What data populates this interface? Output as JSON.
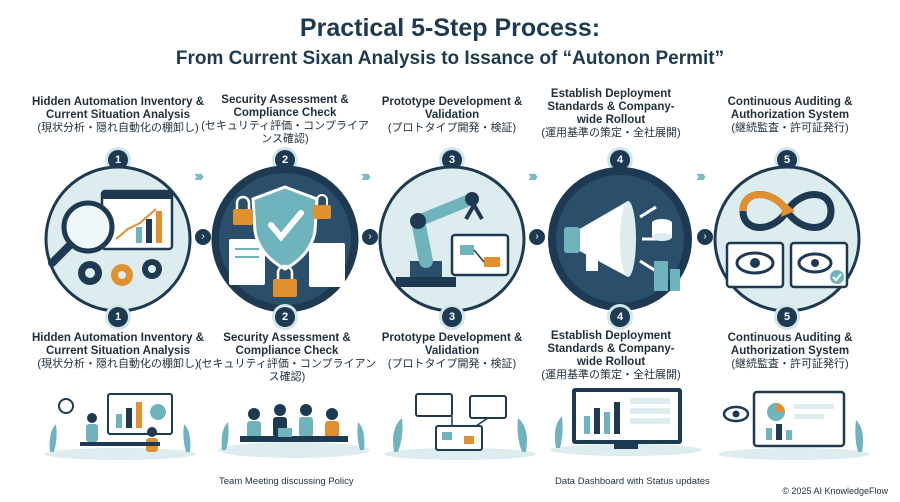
{
  "header": {
    "title": "Practical 5-Step Process:",
    "subtitle": "From Current Sixan Analysis to Issance of “Autonon Permit”"
  },
  "steps": [
    {
      "number": "1",
      "top_title": "Hidden Automation Inventory & Current Situation Analysis",
      "top_jp": "(現状分析・隠れ自動化の棚卸し)",
      "bottom_title": "Hidden Automation Inventory & Current Situation Analysis",
      "bottom_jp": "(現状分析・隠れ自動化の棚卸し)",
      "icon": "magnifier-chart-gears-icon"
    },
    {
      "number": "2",
      "top_title": "Security Assessment & Compliance Check",
      "top_jp": "(セキュリティ評価・コンプライアンス確認)",
      "bottom_title": "Security Assessment & Compliance Check",
      "bottom_jp": "(セキュリティ評価・コンプライアンス確認)",
      "icon": "shield-lock-icon"
    },
    {
      "number": "3",
      "top_title": "Prototype Development & Validation",
      "top_jp": "(プロトタイプ開発・検証)",
      "bottom_title": "Prototype Development & Validation",
      "bottom_jp": "(プロトタイプ開発・検証)",
      "icon": "robot-arm-icon"
    },
    {
      "number": "4",
      "top_title": "Establish Deployment Standards & Company-wide Rollout",
      "top_jp": "(運用基準の策定・全社展開)",
      "bottom_title": "Establish Deployment Standards & Company-wide Rollout",
      "bottom_jp": "(運用基準の策定・全社展開)",
      "icon": "megaphone-icon"
    },
    {
      "number": "5",
      "top_title": "Continuous Auditing & Authorization System",
      "top_jp": "(継続監査・許可証発行)",
      "bottom_title": "Continuous Auditing & Authorization System",
      "bottom_jp": "(継続監査・許可証発行)",
      "icon": "infinity-eye-icon"
    }
  ],
  "captions": {
    "scene2": "Team Meeting discussing Policy",
    "scene4": "Data Dashboard with Status updates"
  },
  "footer": {
    "copyright": "© 2025 AI KnowledgeFlow"
  },
  "colors": {
    "navy": "#1d3a52",
    "teal": "#6fb4bd",
    "light": "#dcecef",
    "orange": "#e0902f"
  }
}
